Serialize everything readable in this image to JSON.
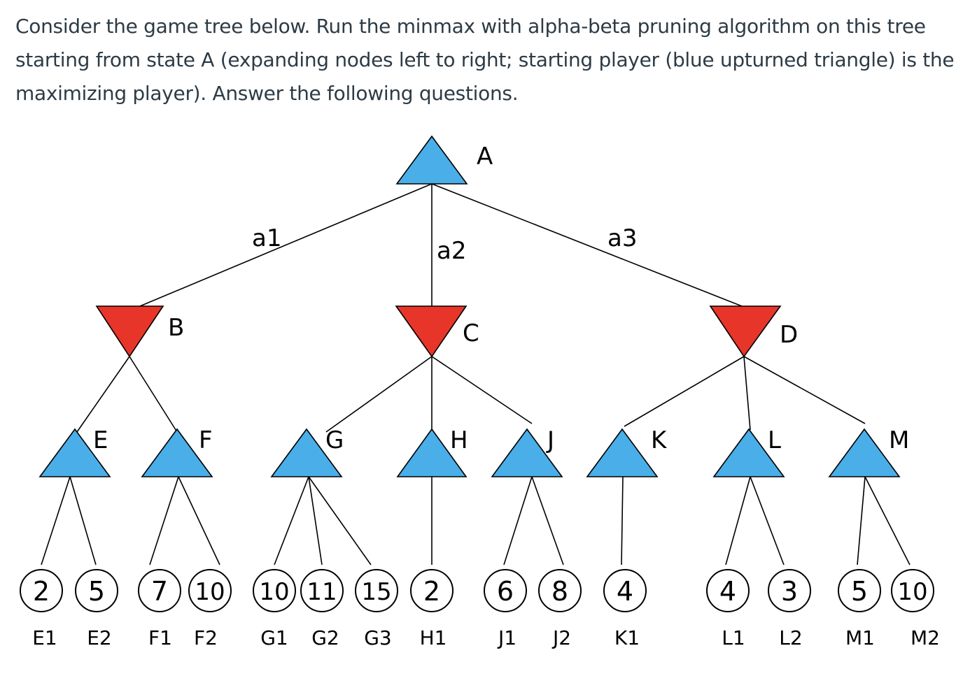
{
  "question": "Consider the game tree below. Run the minmax with alpha-beta pruning algorithm on this tree starting from state A (expanding nodes left to right; starting player (blue upturned triangle) is the maximizing player). Answer the following questions.",
  "colors": {
    "max_player": "#4aaee8",
    "min_player": "#e8352a",
    "text": "#2d3b45"
  },
  "tree": {
    "root": {
      "id": "A",
      "label": "A",
      "type": "max"
    },
    "actions": [
      {
        "id": "a1",
        "label": "a1"
      },
      {
        "id": "a2",
        "label": "a2"
      },
      {
        "id": "a3",
        "label": "a3"
      }
    ],
    "min_nodes": [
      {
        "id": "B",
        "label": "B",
        "type": "min",
        "children": [
          "E",
          "F"
        ]
      },
      {
        "id": "C",
        "label": "C",
        "type": "min",
        "children": [
          "G",
          "H",
          "J"
        ]
      },
      {
        "id": "D",
        "label": "D",
        "type": "min",
        "children": [
          "K",
          "L",
          "M"
        ]
      }
    ],
    "max_nodes": [
      {
        "id": "E",
        "label": "E",
        "type": "max"
      },
      {
        "id": "F",
        "label": "F",
        "type": "max"
      },
      {
        "id": "G",
        "label": "G",
        "type": "max"
      },
      {
        "id": "H",
        "label": "H",
        "type": "max"
      },
      {
        "id": "J",
        "label": "J",
        "type": "max"
      },
      {
        "id": "K",
        "label": "K",
        "type": "max"
      },
      {
        "id": "L",
        "label": "L",
        "type": "max"
      },
      {
        "id": "M",
        "label": "M",
        "type": "max"
      }
    ],
    "leaves": [
      {
        "name": "E1",
        "value": "2",
        "parent": "E"
      },
      {
        "name": "E2",
        "value": "5",
        "parent": "E"
      },
      {
        "name": "F1",
        "value": "7",
        "parent": "F"
      },
      {
        "name": "F2",
        "value": "10",
        "parent": "F"
      },
      {
        "name": "G1",
        "value": "10",
        "parent": "G"
      },
      {
        "name": "G2",
        "value": "11",
        "parent": "G"
      },
      {
        "name": "G3",
        "value": "15",
        "parent": "G"
      },
      {
        "name": "H1",
        "value": "2",
        "parent": "H"
      },
      {
        "name": "J1",
        "value": "6",
        "parent": "J"
      },
      {
        "name": "J2",
        "value": "8",
        "parent": "J"
      },
      {
        "name": "K1",
        "value": "4",
        "parent": "K"
      },
      {
        "name": "L1",
        "value": "4",
        "parent": "L"
      },
      {
        "name": "L2",
        "value": "3",
        "parent": "L"
      },
      {
        "name": "M1",
        "value": "5",
        "parent": "M"
      },
      {
        "name": "M2",
        "value": "10",
        "parent": "M"
      }
    ]
  }
}
